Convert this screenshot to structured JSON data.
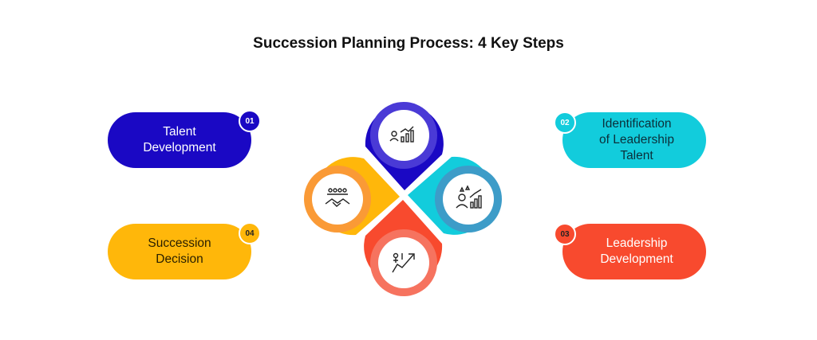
{
  "title": "Succession Planning Process: 4 Key Steps",
  "steps": [
    {
      "number": "01",
      "lines": [
        "Talent",
        "Development"
      ],
      "color": "#1a08c4",
      "icon": "people-growth-icon"
    },
    {
      "number": "02",
      "lines": [
        "Identification",
        "of Leadership",
        "Talent"
      ],
      "color": "#12ccdc",
      "icon": "leader-stars-chart-icon"
    },
    {
      "number": "03",
      "lines": [
        "Leadership",
        "Development"
      ],
      "color": "#f84a2e",
      "icon": "climbing-arrow-icon"
    },
    {
      "number": "04",
      "lines": [
        "Succession",
        "Decision"
      ],
      "color": "#ffb70a",
      "icon": "handshake-team-icon"
    }
  ]
}
